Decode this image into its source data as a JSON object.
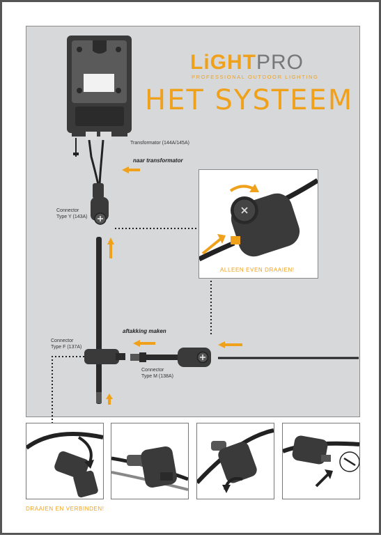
{
  "brand": {
    "name_part1": "LiGHT",
    "name_part2": "PRO",
    "tagline": "PROFESSIONAL OUTDOOR LIGHTING"
  },
  "title": "HET SYSTEEM",
  "labels": {
    "transformator": "Transformator (144A/145A)",
    "naar_transformator": "naar transformator",
    "connector_y_line1": "Connector",
    "connector_y_line2": "Type Y (143A)",
    "connector_f_line1": "Connector",
    "connector_f_line2": "Type F (137A)",
    "connector_m_line1": "Connector",
    "connector_m_line2": "Type M (138A)",
    "aftakking_maken": "aftakking maken",
    "alleen_even_draaien": "ALLEEN EVEN DRAAIEN!",
    "draaien_en_verbinden": "DRAAIEN EN VERBINDEN!"
  },
  "colors": {
    "accent": "#f0a11b",
    "panel": "#d7d8da",
    "device": "#3a3a3a",
    "cable": "#222222"
  },
  "icons": [
    "arrow-left-icon",
    "arrow-up-icon",
    "rotate-icon",
    "zoom-circle-icon"
  ]
}
